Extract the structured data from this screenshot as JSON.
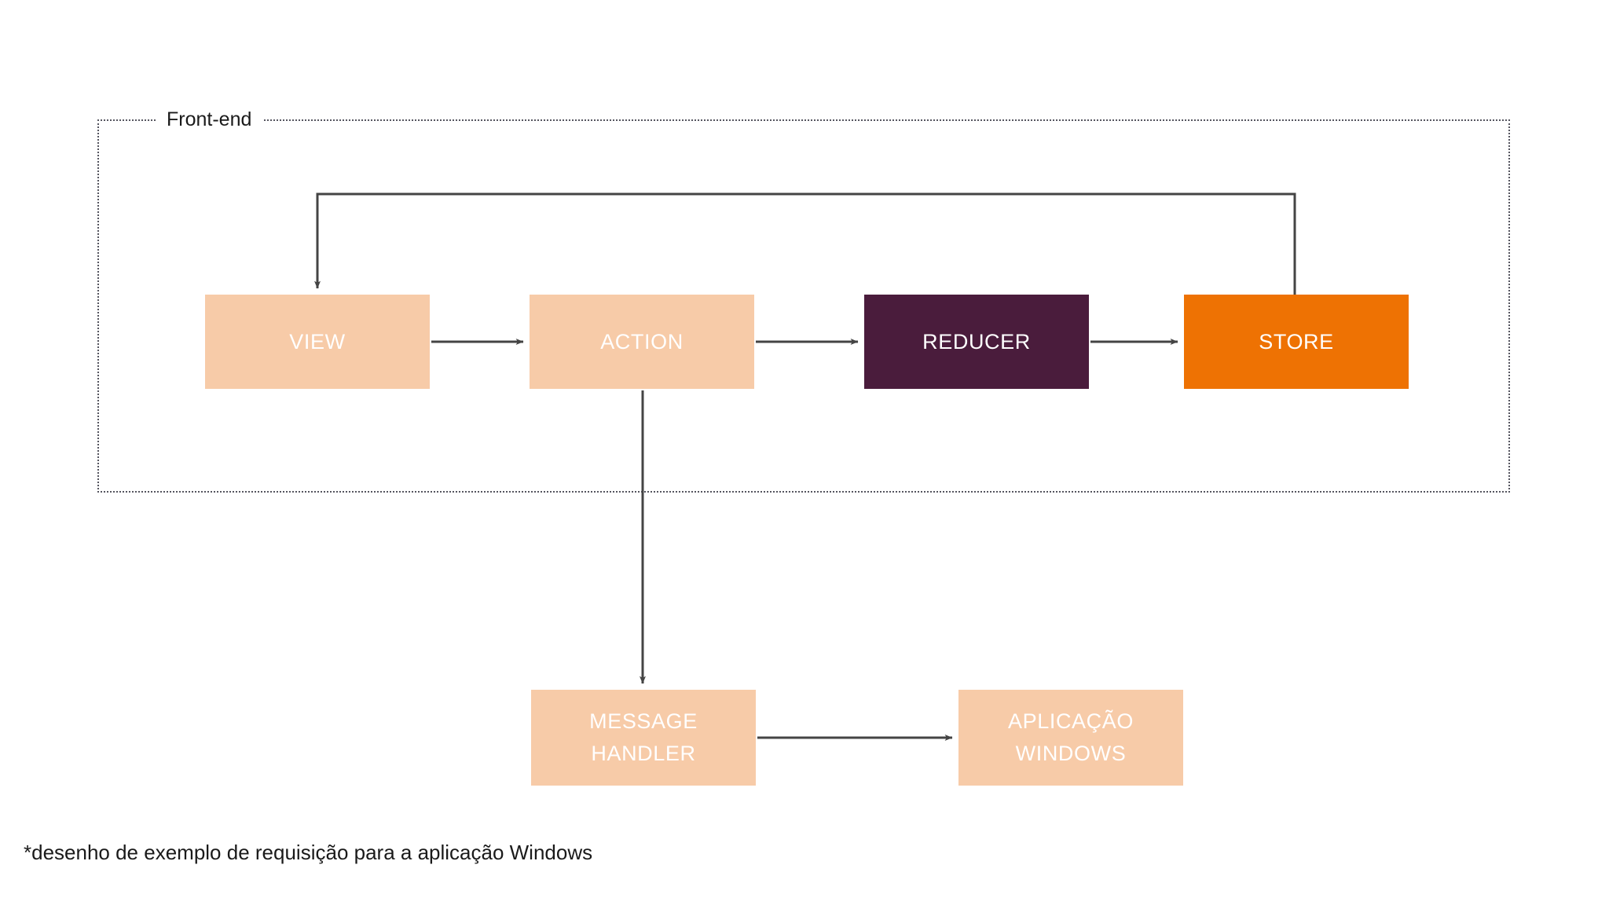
{
  "diagram": {
    "group": {
      "label": "Front-end"
    },
    "nodes": [
      {
        "id": "view",
        "label": "VIEW",
        "fill": "#f7cba8",
        "text_color": "#ffffff"
      },
      {
        "id": "action",
        "label": "ACTION",
        "fill": "#f7cba8",
        "text_color": "#ffffff"
      },
      {
        "id": "reducer",
        "label": "REDUCER",
        "fill": "#4a1c3c",
        "text_color": "#ffffff"
      },
      {
        "id": "store",
        "label": "STORE",
        "fill": "#ee7203",
        "text_color": "#ffffff"
      },
      {
        "id": "message",
        "label": "MESSAGE\nHANDLER",
        "fill": "#f7cba8",
        "text_color": "#ffffff"
      },
      {
        "id": "windows",
        "label": "APLICAÇÃO\nWINDOWS",
        "fill": "#f7cba8",
        "text_color": "#ffffff"
      }
    ],
    "edges": [
      {
        "from": "view",
        "to": "action",
        "style": "straight"
      },
      {
        "from": "action",
        "to": "reducer",
        "style": "straight"
      },
      {
        "from": "reducer",
        "to": "store",
        "style": "straight"
      },
      {
        "from": "store",
        "to": "view",
        "style": "feedback-loop"
      },
      {
        "from": "action",
        "to": "message",
        "style": "vertical"
      },
      {
        "from": "message",
        "to": "windows",
        "style": "straight"
      }
    ],
    "edge_color": "#444444",
    "caption": "*desenho de exemplo de requisição para a aplicação Windows"
  }
}
